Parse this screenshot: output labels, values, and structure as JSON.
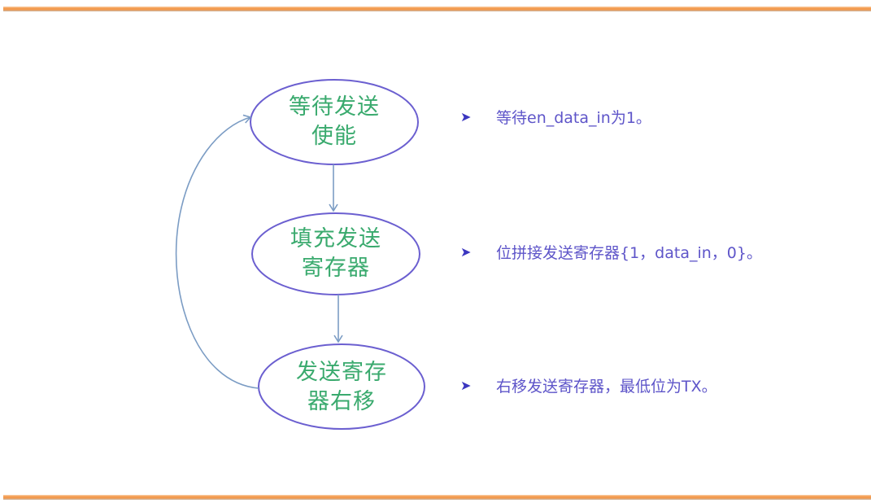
{
  "colors": {
    "rule": "#f39a4e",
    "ellipse_stroke": "#6b5fd0",
    "node_text": "#3aaa6e",
    "connector": "#7b9cc4",
    "bullet_text": "#5e55c9",
    "bullet_marker": "#3b36c0"
  },
  "nodes": [
    {
      "id": "wait",
      "line1": "等待发送",
      "line2": "使能"
    },
    {
      "id": "fill",
      "line1": "填充发送",
      "line2": "寄存器"
    },
    {
      "id": "shift",
      "line1": "发送寄存",
      "line2": "器右移"
    }
  ],
  "bullets": [
    {
      "marker": "➤",
      "text": "等待en_data_in为1。"
    },
    {
      "marker": "➤",
      "text": "位拼接发送寄存器{1，data_in，0}。"
    },
    {
      "marker": "➤",
      "text": "右移发送寄存器，最低位为TX。"
    }
  ]
}
